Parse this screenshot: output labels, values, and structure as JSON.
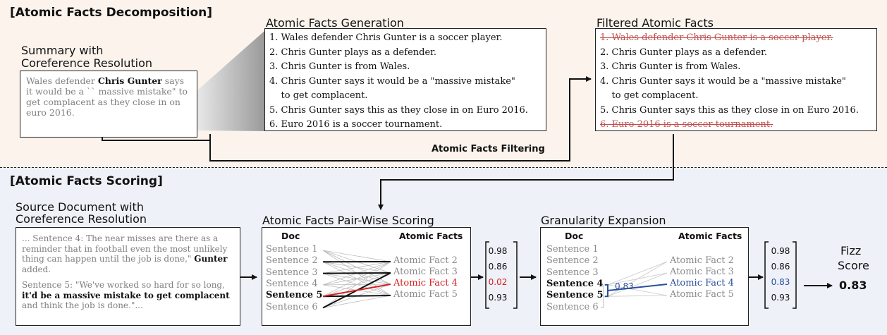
{
  "decomposition": {
    "section_title": "[Atomic Facts Decomposition]",
    "summary_heading": [
      "Summary with",
      "Coreference Resolution"
    ],
    "summary_text": {
      "before": "Wales defender ",
      "bold": "Chris Gunter",
      "after": " says it would be a `` massive mistake\" to get complacent as they close in on euro 2016."
    },
    "generation_heading": "Atomic Facts Generation",
    "generated_facts": [
      "1. Wales defender Chris Gunter is a soccer player.",
      "2. Chris Gunter plays as a defender.",
      "3. Chris Gunter is from Wales.",
      "4. Chris Gunter says it would be a \"massive mistake\"",
      "    to get complacent.",
      "5. Chris Gunter says this as they close in on Euro 2016.",
      "6. Euro 2016 is a soccer tournament."
    ],
    "filtered_heading": "Filtered Atomic Facts",
    "filtered_facts": [
      {
        "text": "1. Wales defender Chris Gunter is a soccer player.",
        "removed": true
      },
      {
        "text": "2. Chris Gunter plays as a defender.",
        "removed": false
      },
      {
        "text": "3. Chris Gunter is from Wales.",
        "removed": false
      },
      {
        "text": "4. Chris Gunter says it would be a \"massive mistake\"",
        "removed": false
      },
      {
        "text": "    to get complacent.",
        "removed": false
      },
      {
        "text": "5. Chris Gunter says this as they close in on Euro 2016.",
        "removed": false
      },
      {
        "text": "6. Euro 2016 is a soccer tournament.",
        "removed": true
      }
    ],
    "filtering_label": "Atomic Facts Filtering"
  },
  "scoring": {
    "section_title": "[Atomic Facts Scoring]",
    "source_heading": [
      "Source Document with",
      "Coreference Resolution"
    ],
    "source_paragraph1": {
      "before": "... Sentence 4: The near misses are there as a reminder that in football even the most unlikely thing can happen until the job is done,\" ",
      "bold": "Gunter",
      "after": " added."
    },
    "source_paragraph2": {
      "before": "Sentence 5: \"We've worked so hard for so long, ",
      "bold": "it'd be a massive mistake to get complacent",
      "after": " and think the job is done.\"..."
    },
    "pairwise_heading": "Atomic Facts Pair-Wise Scoring",
    "doc_label": "Doc",
    "facts_label": "Atomic Facts",
    "doc_sentences": [
      "Sentence 1",
      "Sentence 2",
      "Sentence 3",
      "Sentence 4",
      "Sentence 5",
      "Sentence 6"
    ],
    "atomic_facts": [
      "Atomic Fact 2",
      "Atomic Fact 3",
      "Atomic Fact 4",
      "Atomic Fact 5"
    ],
    "pairwise_scores": [
      "0.98",
      "0.86",
      "0.02",
      "0.93"
    ],
    "expansion_heading": "Granularity Expansion",
    "expansion_score_label": "0.83",
    "expanded_scores": [
      "0.98",
      "0.86",
      "0.83",
      "0.93"
    ],
    "final_label": [
      "Fizz",
      "Score"
    ],
    "final_score": "0.83"
  },
  "colors": {
    "top_background": "#fbf3ec",
    "bottom_background": "#eef1f7",
    "highlight_red": "#d42020",
    "highlight_blue": "#2a4f9a",
    "strike_red": "#c0504d"
  }
}
